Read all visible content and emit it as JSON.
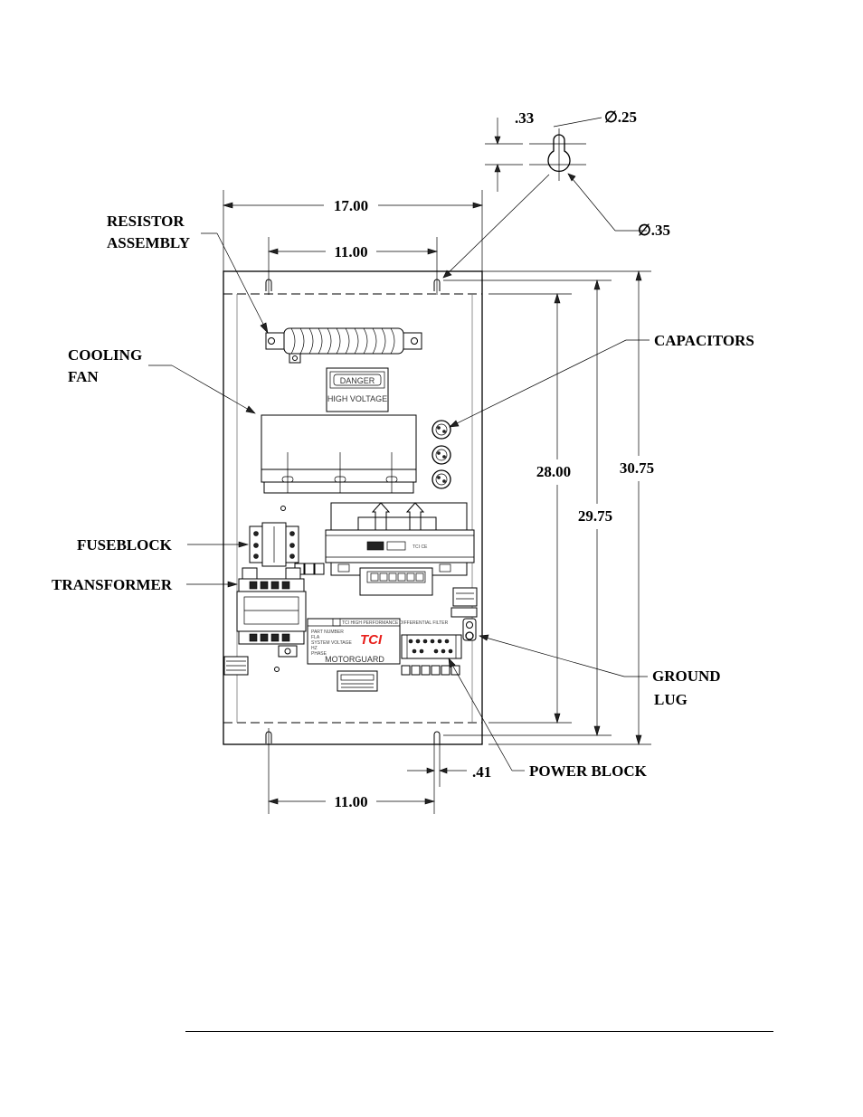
{
  "labels": {
    "resistor_line1": "RESISTOR",
    "resistor_line2": "ASSEMBLY",
    "cooling_line1": "COOLING",
    "cooling_line2": "FAN",
    "fuseblock": "FUSEBLOCK",
    "transformer": "TRANSFORMER",
    "capacitors": "CAPACITORS",
    "ground_line1": "GROUND",
    "ground_line2": "LUG",
    "power_block": "POWER BLOCK"
  },
  "dimensions": {
    "width_overall": "17.00",
    "mount_top": "11.00",
    "mount_bottom": "11.00",
    "height_28": "28.00",
    "height_2975": "29.75",
    "height_3075": "30.75",
    "slot_width": ".41",
    "keyhole_offset": ".33",
    "keyhole_small": "∅.25",
    "keyhole_large": "∅.35"
  },
  "panel_text": {
    "danger": "DANGER",
    "high_voltage": "HIGH VOLTAGE",
    "brand": "TCI",
    "product": "MOTORGUARD",
    "nameplate_title": "TCI HIGH PERFORMANCE DIFFERENTIAL FILTER",
    "nameplate_r1": "PART NUMBER",
    "nameplate_r2": "FLA",
    "nameplate_r3": "SYSTEM VOLTAGE",
    "nameplate_r4": "HZ",
    "nameplate_r5": "PHASE"
  }
}
